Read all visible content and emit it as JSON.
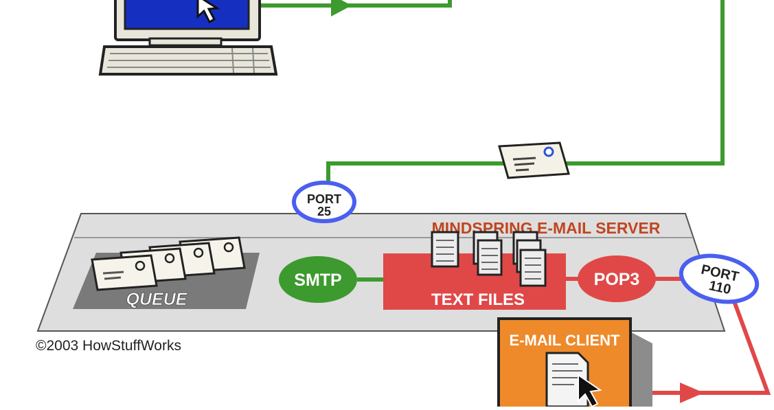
{
  "labels": {
    "port25_line1": "PORT",
    "port25_line2": "25",
    "port110_line1": "PORT",
    "port110_line2": "110",
    "server_title": "MINDSPRING E-MAIL SERVER",
    "queue": "QUEUE",
    "smtp": "SMTP",
    "text_files": "TEXT FILES",
    "pop3": "POP3",
    "email_client": "E-MAIL CLIENT"
  },
  "copyright": "©2003 HowStuffWorks",
  "colors": {
    "flow_out": "#3d9a2e",
    "flow_in": "#e04848",
    "port_ring": "#4a5ff0",
    "platform": "#dedede",
    "queue_box": "#7a7a7a",
    "server_title": "#c0451f",
    "client_orange": "#ee8a2a",
    "monitor_screen": "#1530c0"
  },
  "icons": [
    "desktop-computer-icon",
    "envelope-icon",
    "document-stack-icon",
    "document-cursor-icon"
  ]
}
